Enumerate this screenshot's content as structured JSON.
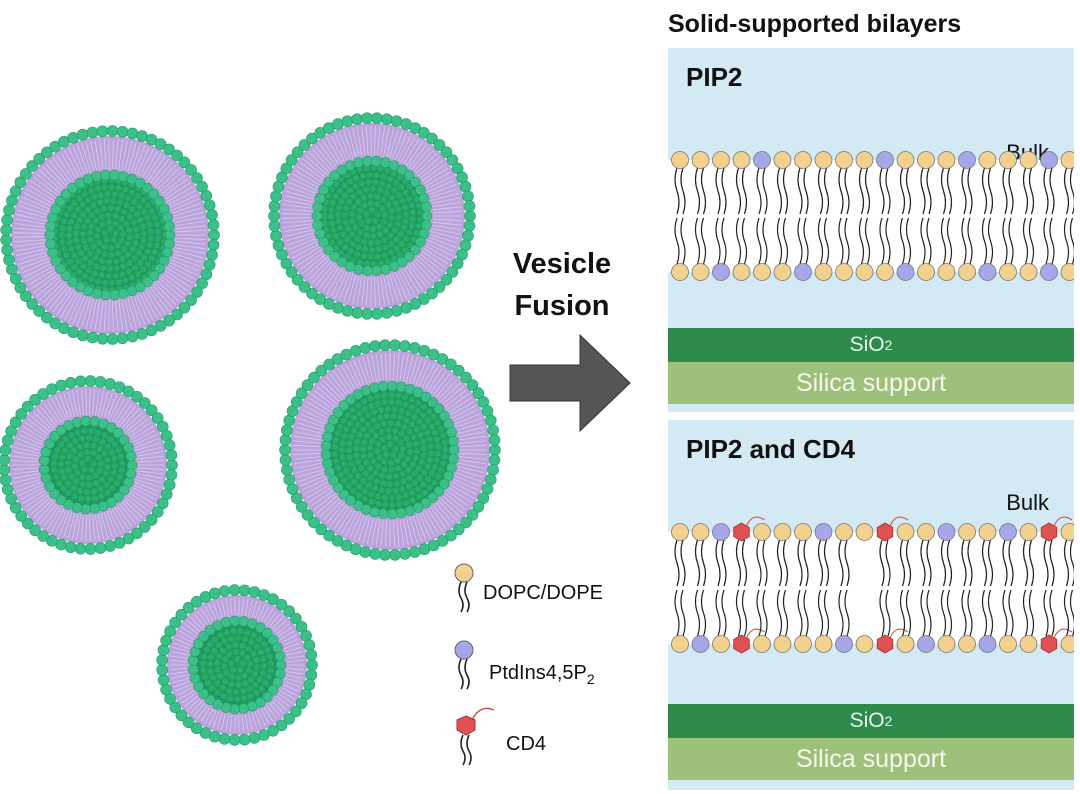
{
  "header": {
    "title": "Solid-supported bilayers"
  },
  "process": {
    "line1": "Vesicle",
    "line2": "Fusion"
  },
  "panels": [
    {
      "title": "PIP2",
      "bulk": "Bulk",
      "sio2": {
        "text": "SiO",
        "sub": "2"
      },
      "support": "Silica support"
    },
    {
      "title": "PIP2 and CD4",
      "bulk": "Bulk",
      "sio2": {
        "text": "SiO",
        "sub": "2"
      },
      "support": "Silica support"
    }
  ],
  "legend": [
    {
      "label": "DOPC/DOPE",
      "sub": ""
    },
    {
      "label": "PtdIns4,5P",
      "sub": "2"
    },
    {
      "label": "CD4",
      "sub": ""
    }
  ],
  "colors": {
    "dopc_head": "#f2d08e",
    "pip2_head": "#a7a6e8",
    "cd4_head": "#e05252",
    "vesicle_head": "#3cc08a",
    "vesicle_tail": "#b49ad8",
    "core": "#1e9a5e",
    "bulk": "#d3e9f4",
    "sio2": "#2e8b4c",
    "silica": "#9dc07a",
    "arrow": "#555555"
  }
}
